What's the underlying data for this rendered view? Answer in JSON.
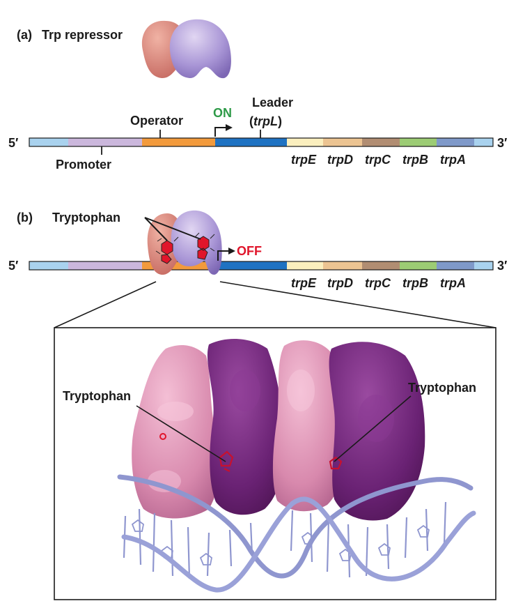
{
  "panel_a": {
    "letter": "(a)",
    "repressor_label": "Trp repressor",
    "operator_label": "Operator",
    "promoter_label": "Promoter",
    "on_label": "ON",
    "leader_label": "Leader",
    "leader_gene_open": "(",
    "leader_gene": "trpL",
    "leader_gene_close": ")",
    "five_prime": "5′",
    "three_prime": "3′",
    "genes": [
      "trpE",
      "trpD",
      "trpC",
      "trpB",
      "trpA"
    ]
  },
  "panel_b": {
    "letter": "(b)",
    "tryptophan_label": "Tryptophan",
    "off_label": "OFF",
    "five_prime": "5′",
    "three_prime": "3′",
    "genes": [
      "trpE",
      "trpD",
      "trpC",
      "trpB",
      "trpA"
    ]
  },
  "structure": {
    "left_label": "Tryptophan",
    "right_label": "Tryptophan"
  },
  "colors": {
    "end_segment": "#a9d2ee",
    "promoter": "#cbb7dc",
    "operator": "#f29a3c",
    "leader": "#1f72c2",
    "trpE": "#fbefbe",
    "trpD": "#ecc492",
    "trpC": "#b18d72",
    "trpB": "#9ccc74",
    "trpA": "#7f99c9",
    "on": "#2e9a48",
    "off": "#e0152b",
    "repressor_pink": "#d98a82",
    "repressor_purple": "#a48fd0",
    "protein_pink": "#d889ad",
    "protein_purple": "#66216f",
    "dna": "#8f96cf"
  }
}
